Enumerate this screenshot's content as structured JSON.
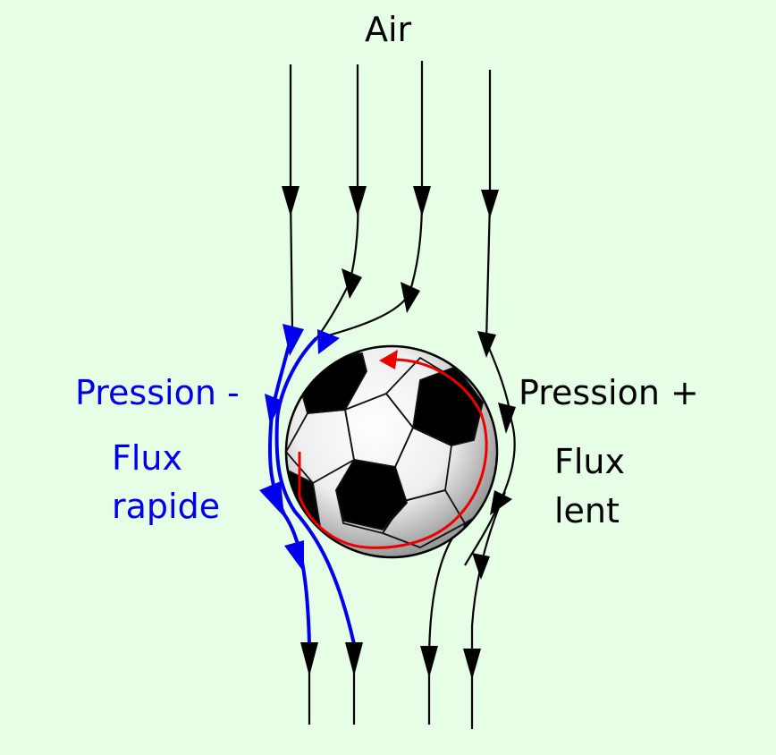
{
  "labels": {
    "air": "Air",
    "left_pressure": "Pression -",
    "left_flow_line1": "Flux",
    "left_flow_line2": "rapide",
    "right_pressure": "Pression +",
    "right_flow_line1": "Flux",
    "right_flow_line2": "lent"
  },
  "colors": {
    "background": "#e6fde6",
    "fast_flow": "#0000ee",
    "slow_flow": "#000000",
    "rotation": "#ee0000"
  },
  "icons": {
    "ball": "soccer-ball-icon"
  }
}
